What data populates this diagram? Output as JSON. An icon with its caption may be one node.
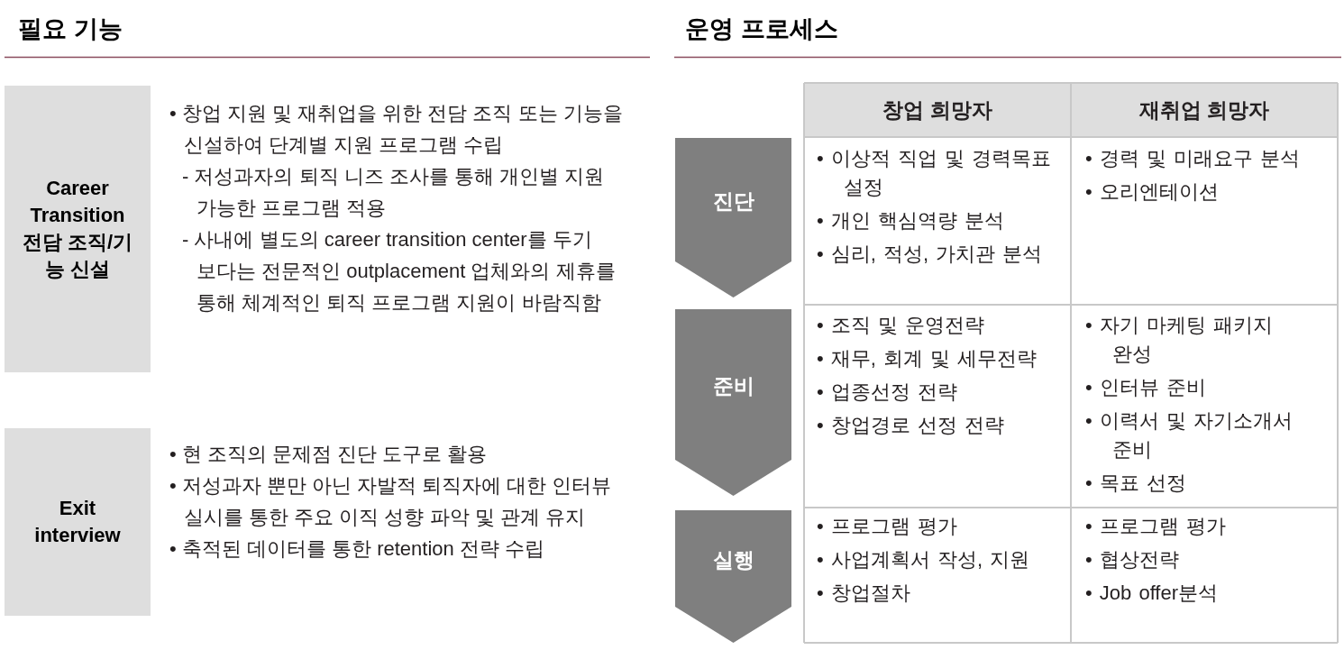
{
  "diagram": {
    "nodes": [
      {
        "text": [
          "Career Transition 전담 조직/기능 신설"
        ]
      },
      {
        "text": [
          "Exit interview"
        ]
      },
      {
        "text": [
          "진단"
        ]
      },
      {
        "text": [
          "준비"
        ]
      },
      {
        "text": [
          "실행"
        ]
      }
    ],
    "labels": [
      "필요 기능",
      "운영 프로세스",
      "• 창업 지원 및 재취업을 위한 전담 조직 또는 기능을 신설하여 단계별 지원 프로그램 수립",
      "- 저성과자의 퇴직 니즈 조사를 통해 개인별 지원 가능한 프로그램 적용",
      "- 사내에 별도의 career transition center를 두기 보다는 전문적인 outplacement 업체와의 제휴를 통해 체계적인 퇴직 프로그램 지원이 바람직함",
      "• 현 조직의 문제점 진단 도구로 활용",
      "• 저성과자 뿐만 아닌 자발적 퇴직자에 대한 인터뷰 실시를 통한 주요 이직 성향 파악 및 관계 유지",
      "• 축적된 데이터를 통한 retention 전략 수립",
      "창업 희망자",
      "재취업 희망자",
      "• 이상적 직업 및 경력목표 설정",
      "• 개인 핵심역량 분석",
      "• 심리, 적성, 가치관 분석",
      "• 경력 및 미래요구 분석",
      "• 오리엔테이션",
      "• 조직 및 운영전략",
      "• 재무, 회계 및 세무전략",
      "• 업종선정 전략",
      "• 창업경로 선정 전략",
      "• 자기 마케팅 패키지 완성",
      "• 인터뷰 준비",
      "• 이력서 및 자기소개서 준비",
      "• 목표 선정",
      "• 프로그램 평가",
      "• 사업계획서 작성, 지원",
      "• 창업절차",
      "• 프로그램 평가",
      "• 협상전략",
      "• Job offer분석"
    ]
  }
}
